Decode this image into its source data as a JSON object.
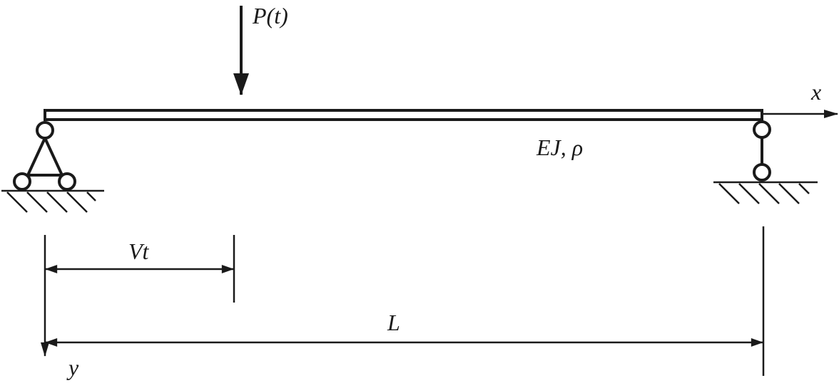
{
  "labels": {
    "load": "P(t)",
    "x_axis": "x",
    "y_axis": "y",
    "beam_props": "EJ, ρ",
    "load_position": "Vt",
    "span": "L"
  },
  "colors": {
    "ink": "#1a1a1a",
    "background": "#ffffff"
  }
}
